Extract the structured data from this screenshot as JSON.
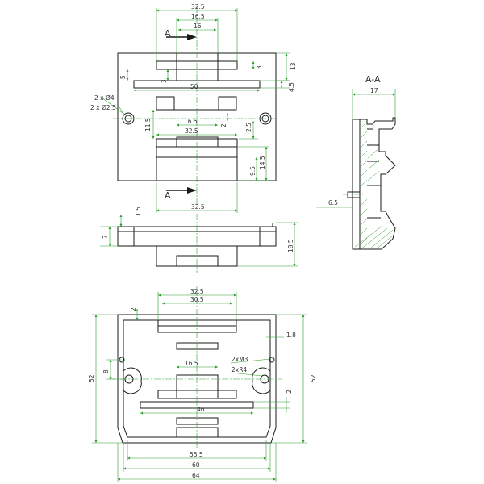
{
  "colors": {
    "outline": "#1a1a1a",
    "dimension": "#2a9d2a",
    "text": "#333333"
  },
  "section": {
    "marker": "A",
    "title": "A-A"
  },
  "top_view": {
    "dims": {
      "w_32_5_top": "32.5",
      "w_16_5": "16.5",
      "w_16": "16",
      "w_50": "50",
      "h_13": "13",
      "h_3_right": "3",
      "h_4_5": "4.5",
      "h_5_left": "5",
      "h_3_left": "3",
      "holes_4": "2 x Ø4",
      "holes_2_5": "2 x Ø2.5",
      "h_11_5": "11.5",
      "w_16_5_low": "16.5",
      "w_32_5_mid": "32.5",
      "h_2_small": "2",
      "h_2_5": "2.5",
      "h_14_5": "14.5",
      "h_9_5": "9.5",
      "w_32_5_bottom": "32.5"
    }
  },
  "side_view": {
    "dims": {
      "h_1_5": "1.5",
      "h_7": "7",
      "h_18_5": "18.5"
    }
  },
  "section_view": {
    "dims": {
      "w_17": "17",
      "w_6_5": "6.5"
    }
  },
  "bottom_view": {
    "dims": {
      "w_32_5": "32.5",
      "w_30_5": "30.5",
      "h_2": "2",
      "h_1_8": "1.8",
      "h_8": "8",
      "threads": "2xM3",
      "radii": "2xR4",
      "w_16_5": "16.5",
      "h_52_left": "52",
      "h_52_right": "52",
      "h_2_right": "2",
      "w_46": "46",
      "w_55_5": "55.5",
      "w_60": "60",
      "w_64": "64"
    }
  }
}
